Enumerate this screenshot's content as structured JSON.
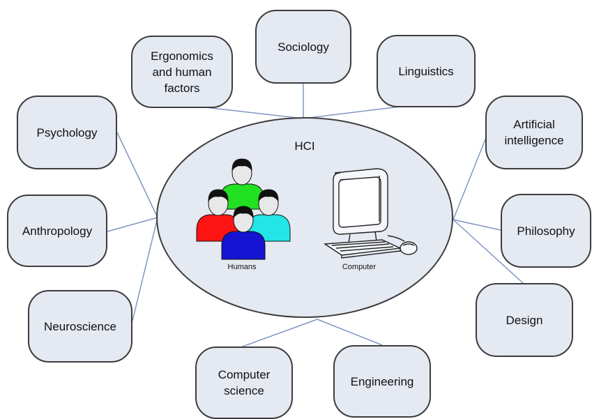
{
  "center": {
    "title": "HCI",
    "humans_label": "Humans",
    "computer_label": "Computer"
  },
  "disciplines": {
    "ergonomics": "Ergonomics\nand human\nfactors",
    "sociology": "Sociology",
    "linguistics": "Linguistics",
    "psychology": "Psychology",
    "ai": "Artificial\nintelligence",
    "anthropology": "Anthropology",
    "philosophy": "Philosophy",
    "neuroscience": "Neuroscience",
    "design": "Design",
    "computer_science": "Computer\nscience",
    "engineering": "Engineering"
  },
  "colors": {
    "node_fill": "#e4e9f2",
    "ellipse_fill": "#e4e9f2",
    "connector": "#7f96c2",
    "human_red": "#ff1414",
    "human_green": "#22e022",
    "human_cyan": "#22e6e6",
    "human_blue": "#1414d2"
  }
}
